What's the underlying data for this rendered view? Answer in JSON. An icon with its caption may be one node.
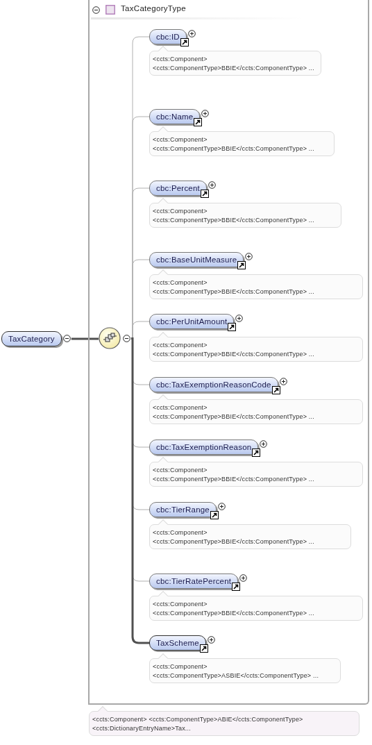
{
  "diagram": {
    "nodes": [
      {
        "text": [
          "TaxCategory"
        ]
      },
      {
        "text": [
          "TaxCategoryType"
        ],
        "beside": [
          "<ccts:Component> <ccts:ComponentType>ABIE</ccts:ComponentType> <ccts:DictionaryEntryName>Tax..."
        ]
      },
      {
        "text": [],
        "shape": "circle",
        "in": 1
      },
      {
        "text": [
          "cbc:ID"
        ],
        "in": 1,
        "beside": [
          "<ccts:Component> <ccts:ComponentType>BBIE</ccts:ComponentType> ..."
        ]
      },
      {
        "text": [
          "cbc:Name"
        ],
        "in": 1,
        "beside": [
          "<ccts:Component> <ccts:ComponentType>BBIE</ccts:ComponentType> ..."
        ]
      },
      {
        "text": [
          "cbc:Percent"
        ],
        "in": 1,
        "beside": [
          "<ccts:Component> <ccts:ComponentType>BBIE</ccts:ComponentType> ..."
        ]
      },
      {
        "text": [
          "cbc:BaseUnitMeasure"
        ],
        "in": 1,
        "beside": [
          "<ccts:Component> <ccts:ComponentType>BBIE</ccts:ComponentType> ..."
        ]
      },
      {
        "text": [
          "cbc:PerUnitAmount"
        ],
        "in": 1,
        "beside": [
          "<ccts:Component> <ccts:ComponentType>BBIE</ccts:ComponentType> ..."
        ]
      },
      {
        "text": [
          "cbc:TaxExemptionReasonCode"
        ],
        "in": 1,
        "beside": [
          "<ccts:Component> <ccts:ComponentType>BBIE</ccts:ComponentType> ..."
        ]
      },
      {
        "text": [
          "cbc:TaxExemptionReason"
        ],
        "in": 1,
        "beside": [
          "<ccts:Component> <ccts:ComponentType>BBIE</ccts:ComponentType> ..."
        ]
      },
      {
        "text": [
          "cbc:TierRange"
        ],
        "in": 1,
        "beside": [
          "<ccts:Component> <ccts:ComponentType>BBIE</ccts:ComponentType> ..."
        ]
      },
      {
        "text": [
          "cbc:TierRatePercent"
        ],
        "in": 1,
        "beside": [
          "<ccts:Component> <ccts:ComponentType>BBIE</ccts:ComponentType> ..."
        ]
      },
      {
        "text": [
          "TaxScheme"
        ],
        "in": 1,
        "beside": [
          "<ccts:Component> <ccts:ComponentType>ASBIE</ccts:ComponentType> ..."
        ]
      }
    ],
    "edges": [
      {
        "from": 0,
        "to": 2,
        "arrow": "none",
        "style": "thick",
        "color": "#505050"
      },
      {
        "from": 2,
        "to": 3,
        "arrow": "none"
      },
      {
        "from": 2,
        "to": 4,
        "arrow": "none"
      },
      {
        "from": 2,
        "to": 5,
        "arrow": "none"
      },
      {
        "from": 2,
        "to": 6,
        "arrow": "none"
      },
      {
        "from": 2,
        "to": 7,
        "arrow": "none"
      },
      {
        "from": 2,
        "to": 8,
        "arrow": "none"
      },
      {
        "from": 2,
        "to": 9,
        "arrow": "none"
      },
      {
        "from": 2,
        "to": 10,
        "arrow": "none"
      },
      {
        "from": 2,
        "to": 11,
        "arrow": "none"
      },
      {
        "from": 2,
        "to": 12,
        "arrow": "none",
        "style": "thick",
        "color": "#505050"
      }
    ]
  }
}
